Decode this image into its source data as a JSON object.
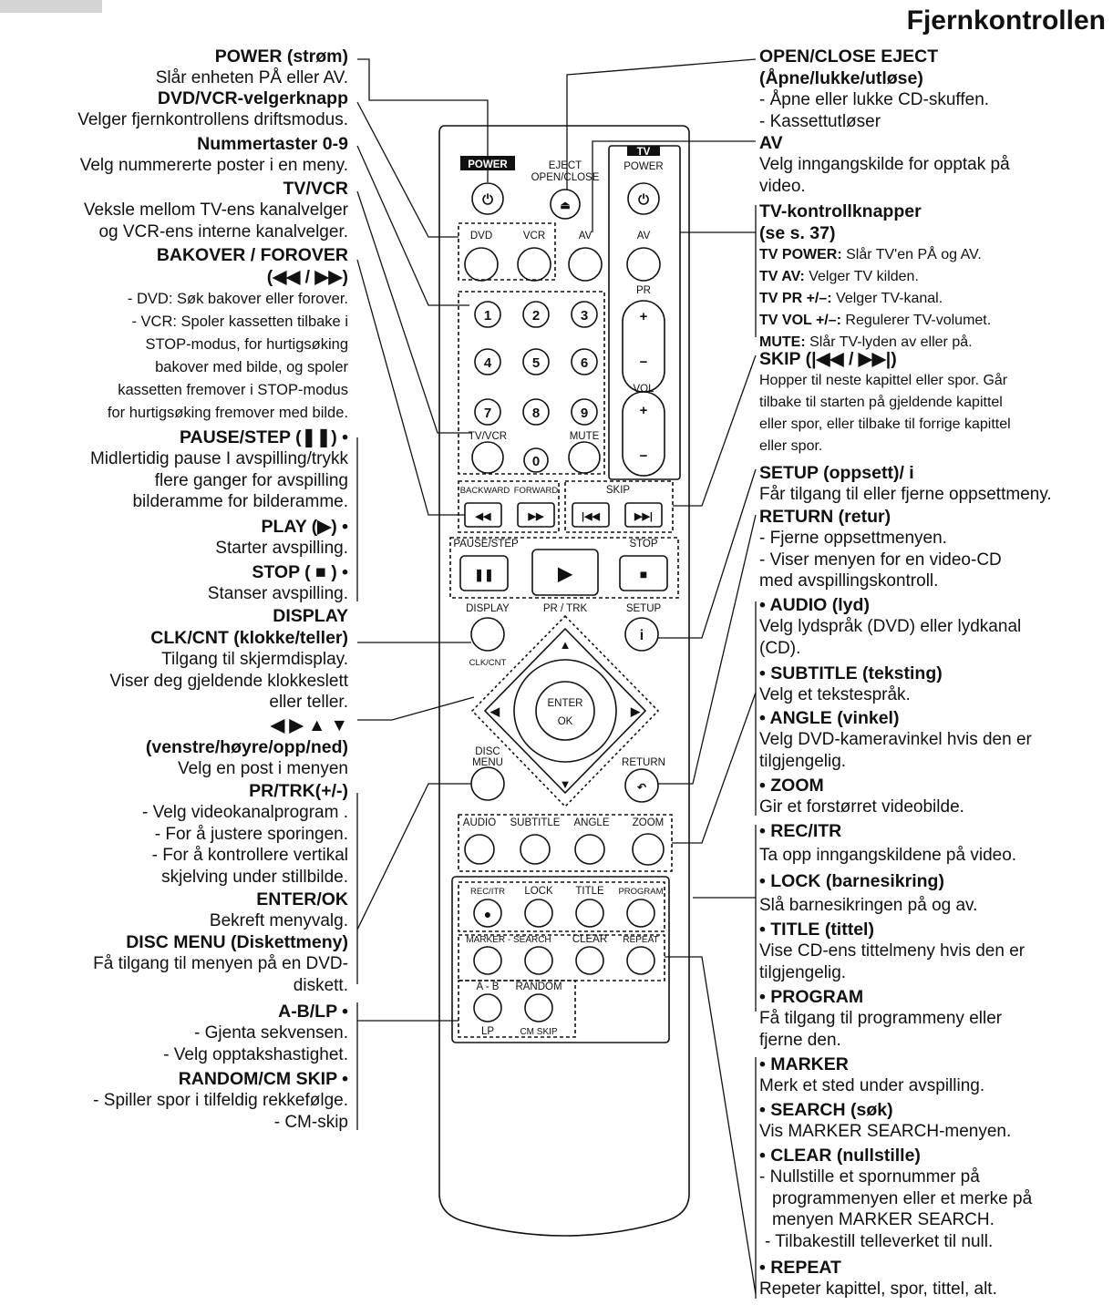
{
  "title": "Fjernkontrollen",
  "left": [
    {
      "heading": "POWER (strøm)",
      "lines": [
        "Slår enheten PÅ eller AV."
      ]
    },
    {
      "heading": "DVD/VCR-velgerknapp",
      "lines": [
        "Velger fjernkontrollens driftsmodus."
      ]
    },
    {
      "heading": "Nummertaster 0-9",
      "lines": [
        "Velg nummererte poster i en meny."
      ]
    },
    {
      "heading": "TV/VCR",
      "lines": [
        "Veksle mellom TV-ens kanalvelger",
        "og VCR-ens interne kanalvelger."
      ]
    },
    {
      "heading": "BAKOVER / FOROVER",
      "sub": "(◀◀ / ▶▶)",
      "lines": [
        "- DVD: Søk bakover eller forover.",
        "- VCR: Spoler kassetten tilbake i",
        "STOP-modus, for hurtigsøking",
        "bakover med bilde, og spoler",
        "kassetten fremover i STOP-modus",
        "for hurtigsøking fremover med bilde."
      ]
    },
    {
      "heading": "PAUSE/STEP (❚❚) •",
      "lines": [
        "Midlertidig pause I avspilling/trykk",
        "flere ganger for avspilling",
        "bilderamme for bilderamme."
      ]
    },
    {
      "heading": "PLAY (▶) •",
      "lines": [
        "Starter avspilling."
      ]
    },
    {
      "heading": "STOP ( ■ ) •",
      "lines": [
        "Stanser avspilling."
      ]
    },
    {
      "heading": "DISPLAY",
      "sub": "CLK/CNT (klokke/teller)",
      "lines": [
        "Tilgang til skjermdisplay.",
        "Viser deg gjeldende klokkeslett",
        "eller teller."
      ]
    },
    {
      "heading": "◀ ▶ ▲ ▼",
      "sub": "(venstre/høyre/opp/ned)",
      "lines": [
        "Velg en post i menyen"
      ]
    },
    {
      "heading": "PR/TRK(+/-)",
      "lines": [
        "- Velg videokanalprogram .",
        "- For å justere sporingen.",
        "- For å kontrollere vertikal",
        "skjelving under stillbilde."
      ]
    },
    {
      "heading": "ENTER/OK",
      "lines": [
        "Bekreft menyvalg."
      ]
    },
    {
      "heading": "DISC MENU (Diskettmeny)",
      "lines": [
        "Få tilgang til menyen på en DVD-",
        "diskett."
      ]
    },
    {
      "heading": "A-B/LP •",
      "lines": [
        "- Gjenta sekvensen.",
        "- Velg opptakshastighet."
      ]
    },
    {
      "heading": "RANDOM/CM SKIP •",
      "lines": [
        "- Spiller spor i tilfeldig rekkefølge.",
        "- CM-skip"
      ]
    }
  ],
  "right": [
    {
      "heading": "OPEN/CLOSE EJECT",
      "sub": "(Åpne/lukke/utløse)",
      "lines": [
        "- Åpne eller lukke CD-skuffen.",
        "- Kassettutløser"
      ]
    },
    {
      "heading": "AV",
      "lines": [
        "Velg inngangskilde for opptak på",
        "video."
      ]
    },
    {
      "heading": "TV-kontrollknapper",
      "sub": "(se s. 37)",
      "items": [
        {
          "k": "TV POWER:",
          "v": "Slår TV'en PÅ og AV."
        },
        {
          "k": "TV AV:",
          "v": "Velger  TV kilden."
        },
        {
          "k": "TV PR +/–:",
          "v": "Velger TV-kanal."
        },
        {
          "k": "TV VOL +/–:",
          "v": "Regulerer TV-volumet."
        },
        {
          "k": "MUTE:",
          "v": "Slår TV-lyden av eller på."
        }
      ]
    },
    {
      "heading": "SKIP (|◀◀ / ▶▶|)",
      "lines": [
        "Hopper til neste kapittel eller spor. Går",
        "tilbake til starten på gjeldende kapittel",
        "eller spor, eller tilbake til forrige kapittel",
        "eller spor."
      ]
    },
    {
      "heading": "SETUP (oppsett)/ i",
      "lines": [
        "Får tilgang til eller fjerne oppsettmeny."
      ]
    },
    {
      "heading": "RETURN (retur)",
      "lines": [
        "- Fjerne oppsettmenyen.",
        "- Viser menyen for en video-CD",
        "med avspillingskontroll."
      ]
    },
    {
      "heading": "• AUDIO (lyd)",
      "lines": [
        "Velg lydspråk (DVD) eller lydkanal",
        "(CD)."
      ]
    },
    {
      "heading": "• SUBTITLE (teksting)",
      "lines": [
        "Velg et tekstespråk."
      ]
    },
    {
      "heading": "• ANGLE (vinkel)",
      "lines": [
        "Velg DVD-kameravinkel hvis den er",
        "tilgjengelig."
      ]
    },
    {
      "heading": "• ZOOM",
      "lines": [
        "Gir et forstørret videobilde."
      ]
    },
    {
      "heading": "• REC/ITR",
      "lines": [
        "Ta opp inngangskildene på video."
      ]
    },
    {
      "heading": "• LOCK (barnesikring)",
      "lines": [
        "Slå barnesikringen på og av."
      ]
    },
    {
      "heading": "• TITLE (tittel)",
      "lines": [
        "Vise CD-ens tittelmeny hvis den er",
        "tilgjengelig."
      ]
    },
    {
      "heading": "• PROGRAM",
      "lines": [
        "Få tilgang til programmeny eller",
        "fjerne den."
      ]
    },
    {
      "heading": "• MARKER",
      "lines": [
        "Merk et sted under avspilling."
      ]
    },
    {
      "heading": "• SEARCH (søk)",
      "lines": [
        "Vis MARKER SEARCH-menyen."
      ]
    },
    {
      "heading": "• CLEAR (nullstille)",
      "lines": [
        "- Nullstille et spornummer på",
        "programmenyen eller et merke på",
        "menyen MARKER SEARCH.",
        "- Tilbakestill telleverket til null."
      ]
    },
    {
      "heading": "• REPEAT",
      "lines": [
        "Repeter kapittel, spor, tittel, alt."
      ]
    }
  ],
  "remote": {
    "power": "POWER",
    "eject": "EJECT",
    "open_close": "OPEN/CLOSE",
    "tv": "TV",
    "tv_power": "POWER",
    "dvd": "DVD",
    "vcr": "VCR",
    "av": "AV",
    "pr": "PR",
    "vol": "VOL",
    "tvvcr": "TV/VCR",
    "mute": "MUTE",
    "backward": "BACKWARD",
    "forward": "FORWARD",
    "skip": "SKIP",
    "pause": "PAUSE/STEP",
    "stop": "STOP",
    "display": "DISPLAY",
    "prtrk": "PR / TRK",
    "setup": "SETUP",
    "clkcnt": "CLK/CNT",
    "enter": "ENTER",
    "ok": "OK",
    "disc": "DISC",
    "menu": "MENU",
    "return": "RETURN",
    "audio": "AUDIO",
    "subtitle": "SUBTITLE",
    "angle": "ANGLE",
    "zoom": "ZOOM",
    "recitr": "REC/ITR",
    "lock": "LOCK",
    "title_btn": "TITLE",
    "program": "PROGRAM",
    "marker_search": "MARKER - SEARCH",
    "clear": "CLEAR",
    "repeat": "REPEAT",
    "ab": "A - B",
    "random": "RANDOM",
    "lp": "LP",
    "cmskip": "CM SKIP"
  }
}
